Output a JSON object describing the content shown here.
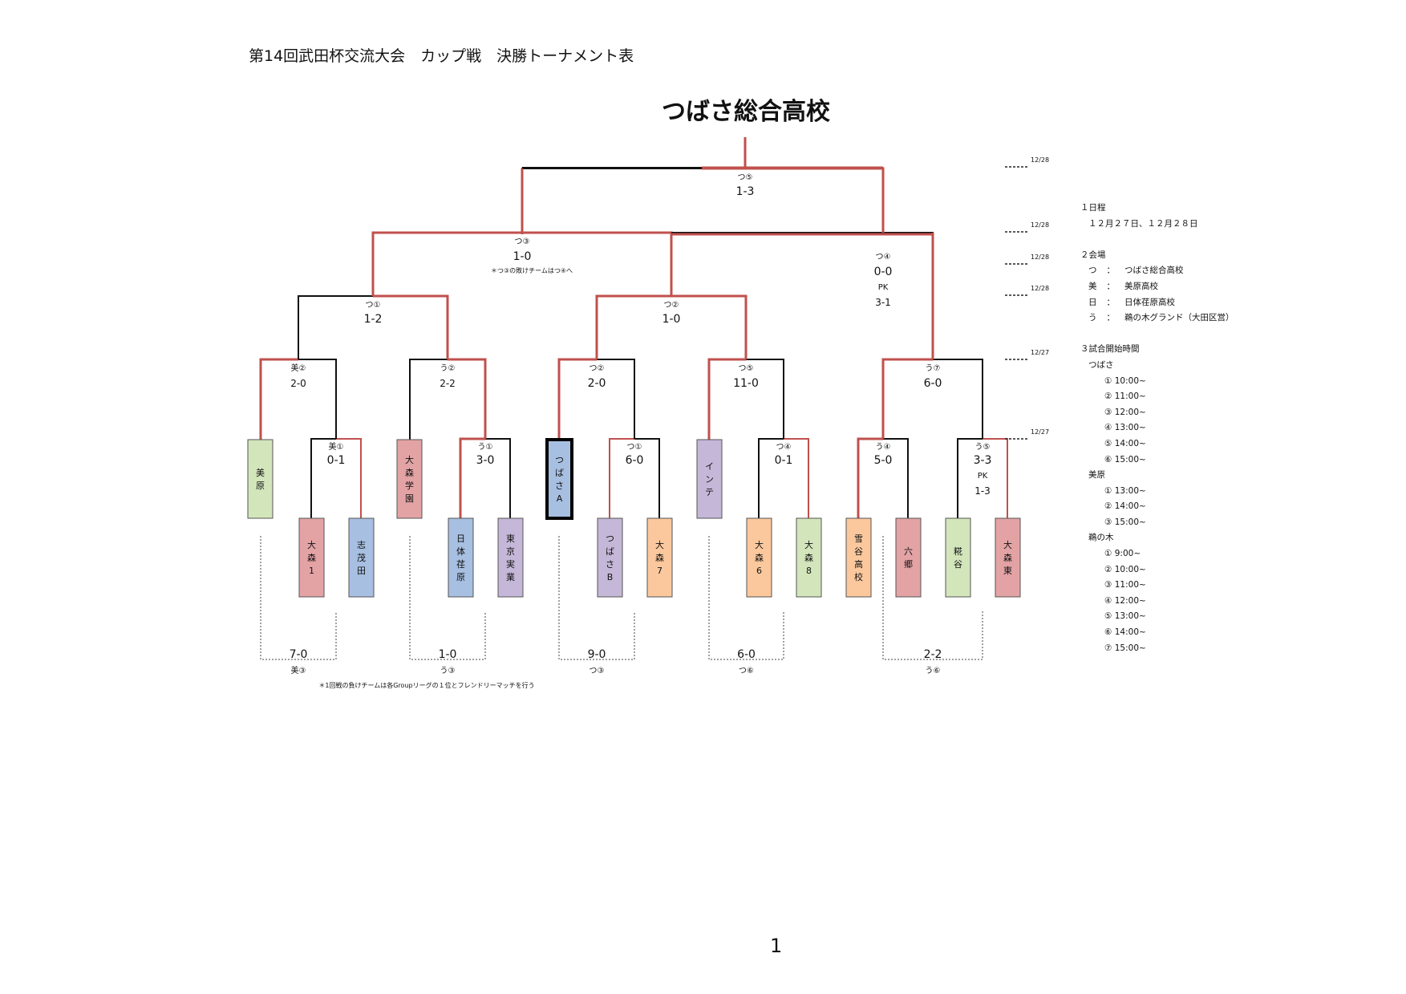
{
  "title": "第14回武田杯交流大会　カップ戦　決勝トーナメント表",
  "champion": "つばさ総合高校",
  "page_number": "1",
  "colors": {
    "winner_line": "#c0504d",
    "loser_line": "#111111",
    "green": "#d3e5bb",
    "pink": "#e3a3a5",
    "blue": "#a7bfe1",
    "purple": "#c5b7d8",
    "orange": "#fbc89d"
  },
  "teams": [
    {
      "name": "美原",
      "color": "green"
    },
    {
      "name": "大森1",
      "color": "pink"
    },
    {
      "name": "志茂田",
      "color": "blue"
    },
    {
      "name": "大森学園",
      "color": "pink"
    },
    {
      "name": "日体荏原",
      "color": "blue"
    },
    {
      "name": "東京実業",
      "color": "purple"
    },
    {
      "name": "つばさA",
      "color": "blue"
    },
    {
      "name": "つばさB",
      "color": "purple"
    },
    {
      "name": "大森7",
      "color": "orange"
    },
    {
      "name": "インテ",
      "color": "purple"
    },
    {
      "name": "大森6",
      "color": "orange"
    },
    {
      "name": "大森8",
      "color": "green"
    },
    {
      "name": "雪谷高校",
      "color": "orange"
    },
    {
      "name": "六郷",
      "color": "pink"
    },
    {
      "name": "糀谷",
      "color": "green"
    },
    {
      "name": "大森東",
      "color": "pink"
    }
  ],
  "matches": [
    {
      "id": "m_mi1",
      "label": "美①",
      "score": "0-1"
    },
    {
      "id": "m_u1",
      "label": "う①",
      "score": "3-0"
    },
    {
      "id": "m_tsu1a",
      "label": "つ①",
      "score": "6-0"
    },
    {
      "id": "m_tsu4a",
      "label": "つ④",
      "score": "0-1"
    },
    {
      "id": "m_u4",
      "label": "う④",
      "score": "5-0"
    },
    {
      "id": "m_u5",
      "label": "う⑤",
      "score": "3-3",
      "pk_label": "PK",
      "pk_score": "1-3"
    },
    {
      "id": "m_mi2",
      "label": "美②",
      "score": "2-0"
    },
    {
      "id": "m_u2",
      "label": "う②",
      "score": "2-2"
    },
    {
      "id": "m_tsu2a",
      "label": "つ②",
      "score": "2-0"
    },
    {
      "id": "m_tsu5a",
      "label": "つ⑤",
      "score": "11-0"
    },
    {
      "id": "m_u7",
      "label": "う⑦",
      "score": "6-0"
    },
    {
      "id": "m_tsu1b",
      "label": "つ①",
      "score": "1-2"
    },
    {
      "id": "m_tsu2b",
      "label": "つ②",
      "score": "1-0"
    },
    {
      "id": "m_tsu3",
      "label": "つ③",
      "score": "1-0",
      "note": "＊つ③の敗けチームはつ④へ"
    },
    {
      "id": "m_tsu4b",
      "label": "つ④",
      "score": "0-0",
      "pk_label": "PK",
      "pk_score": "3-1"
    },
    {
      "id": "m_final",
      "label": "つ⑤",
      "score": "1-3"
    }
  ],
  "friendlies": [
    {
      "score": "7-0",
      "label": "美③"
    },
    {
      "score": "1-0",
      "label": "う③"
    },
    {
      "score": "9-0",
      "label": "つ③"
    },
    {
      "score": "6-0",
      "label": "つ⑥"
    },
    {
      "score": "2-2",
      "label": "う⑥"
    }
  ],
  "friendly_note": "＊1回戦の負けチームは各Groupリーグの１位とフレンドリーマッチを行う",
  "dates": [
    "12/28",
    "12/28",
    "12/28",
    "12/28",
    "12/27",
    "12/27"
  ],
  "info": {
    "schedule_heading": "１日程",
    "schedule_value": "１２月２７日、１２月２８日",
    "venue_heading": "２会場",
    "venues": [
      {
        "key": "つ",
        "sep": "：",
        "name": "つばさ総合高校"
      },
      {
        "key": "美",
        "sep": "：",
        "name": "美原高校"
      },
      {
        "key": "日",
        "sep": "：",
        "name": "日体荏原高校"
      },
      {
        "key": "う",
        "sep": "：",
        "name": "鵜の木グランド（大田区営）"
      }
    ],
    "times_heading": "３試合開始時間",
    "groups": [
      {
        "name": "つばさ",
        "times": [
          "①  10:00~",
          "②  11:00~",
          "③  12:00~",
          "④  13:00~",
          "⑤  14:00~",
          "⑥  15:00~"
        ]
      },
      {
        "name": "美原",
        "times": [
          "①  13:00~",
          "②  14:00~",
          "③  15:00~"
        ]
      },
      {
        "name": "鵜の木",
        "times": [
          "①  9:00~",
          "②  10:00~",
          "③  11:00~",
          "④  12:00~",
          "⑤  13:00~",
          "⑥  14:00~",
          "⑦  15:00~"
        ]
      }
    ]
  }
}
